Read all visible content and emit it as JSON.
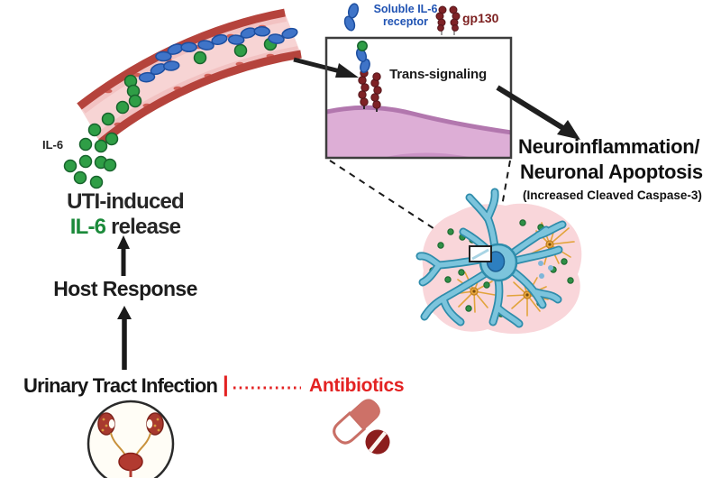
{
  "figure": {
    "type": "biorender-style pathway diagram",
    "background": "#ffffff"
  },
  "legend": {
    "soluble_il6_receptor": {
      "line1": "Soluble IL-6",
      "line2": "receptor",
      "color": "#2053b3"
    },
    "gp130": {
      "label": "gp130",
      "color": "#7c1f1f"
    }
  },
  "inset_box": {
    "title": "Trans-signaling"
  },
  "outcome": {
    "line1": "Neuroinflammation/",
    "line2": "Neuronal Apoptosis",
    "note": "(Increased Cleaved Caspase-3)"
  },
  "pathway": {
    "il6_label": "IL-6",
    "uti_induced": "UTI-induced",
    "il6_colored": "IL-6",
    "release": " release",
    "host_response": "Host Response",
    "urinary_tract_infection": "Urinary Tract Infection",
    "inhibition_bar": "|",
    "antibiotics": "Antibiotics"
  },
  "colors": {
    "il6_green": "#2f9e46",
    "il6_text_green": "#1b8a3a",
    "antibiotics_red": "#e32222",
    "vessel_wall": "#b5433c",
    "vessel_lumen": "#f7d4d4",
    "bacteria_blue": "#3f74c8",
    "gp130_maroon": "#7e2226",
    "membrane_purple": "#ddaed6",
    "neuron_blue": "#7cc4dc",
    "astrocyte_orange": "#e2a33b",
    "brain_tissue_pink": "#f9d6da"
  },
  "icons": {
    "il6_molecule": "small green sphere",
    "bacteria": "chain of blue ovals",
    "soluble_il6_receptor": "blue S-shaped receptor",
    "gp130": "maroon beaded receptor",
    "blood_vessel": "curved red vessel",
    "neuron": "blue star-shaped cell",
    "astrocyte": "orange radiating star cell",
    "urinary_tract": "kidneys-ureters-bladder in circle",
    "antibiotic": "capsule and scored tablet",
    "magnifier": "dashed call-out lines with zoom square"
  }
}
